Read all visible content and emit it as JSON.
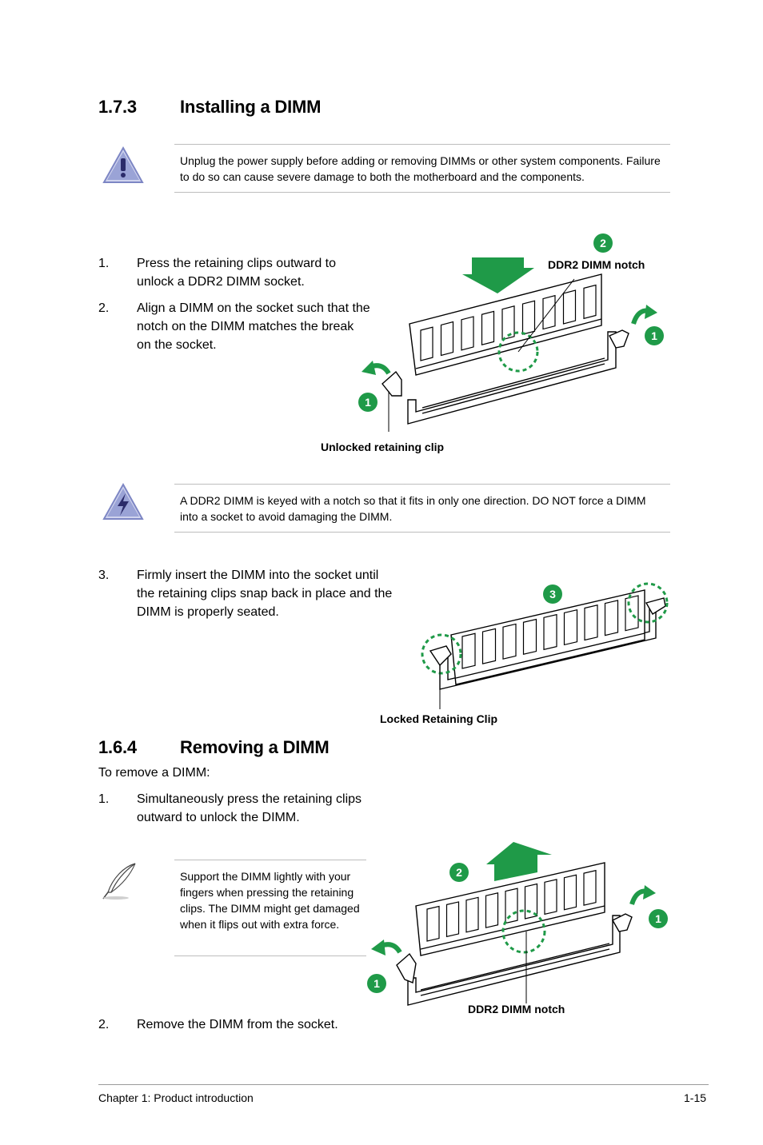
{
  "section_install": {
    "number": "1.7.3",
    "title": "Installing a DIMM",
    "warning": "Unplug the power supply before adding or removing DIMMs or other system components. Failure to do so can cause severe damage to both the motherboard and the components.",
    "step1": {
      "n": "1.",
      "text": "Press the retaining clips outward to unlock a DDR2 DIMM socket."
    },
    "step2": {
      "n": "2.",
      "text": "Align a DIMM on the socket such that the notch on the DIMM matches the break on the socket."
    },
    "fig1": {
      "notch_label": "DDR2 DIMM notch",
      "clip_label": "Unlocked retaining clip",
      "badge_push": "2",
      "badge_clip": "1"
    },
    "caution": "A DDR2 DIMM is keyed with a notch so that it fits in only one direction. DO NOT force a DIMM into a socket to avoid damaging the DIMM.",
    "step3": {
      "n": "3.",
      "text": "Firmly insert the DIMM into the socket until the retaining clips snap back in place and the DIMM is properly seated."
    },
    "fig2": {
      "badge": "3",
      "clip_label": "Locked Retaining Clip"
    }
  },
  "section_remove": {
    "number": "1.6.4",
    "title": "Removing a DIMM",
    "intro": "To remove a DIMM:",
    "step1": {
      "n": "1.",
      "text": "Simultaneously press the retaining clips outward to unlock the DIMM."
    },
    "note": "Support the DIMM lightly with your fingers when pressing the retaining clips. The DIMM might get damaged when it flips out with extra force.",
    "fig3": {
      "badge_lift": "2",
      "badge_clip": "1",
      "notch_label": "DDR2 DIMM notch"
    },
    "step2": {
      "n": "2.",
      "text": "Remove the DIMM from the socket."
    }
  },
  "footer": {
    "chapter": "Chapter 1: Product introduction",
    "page": "1-15"
  },
  "colors": {
    "badge": "#1f9a48",
    "arrow": "#1f9a48",
    "icon_fill": "#9aa3d6"
  }
}
